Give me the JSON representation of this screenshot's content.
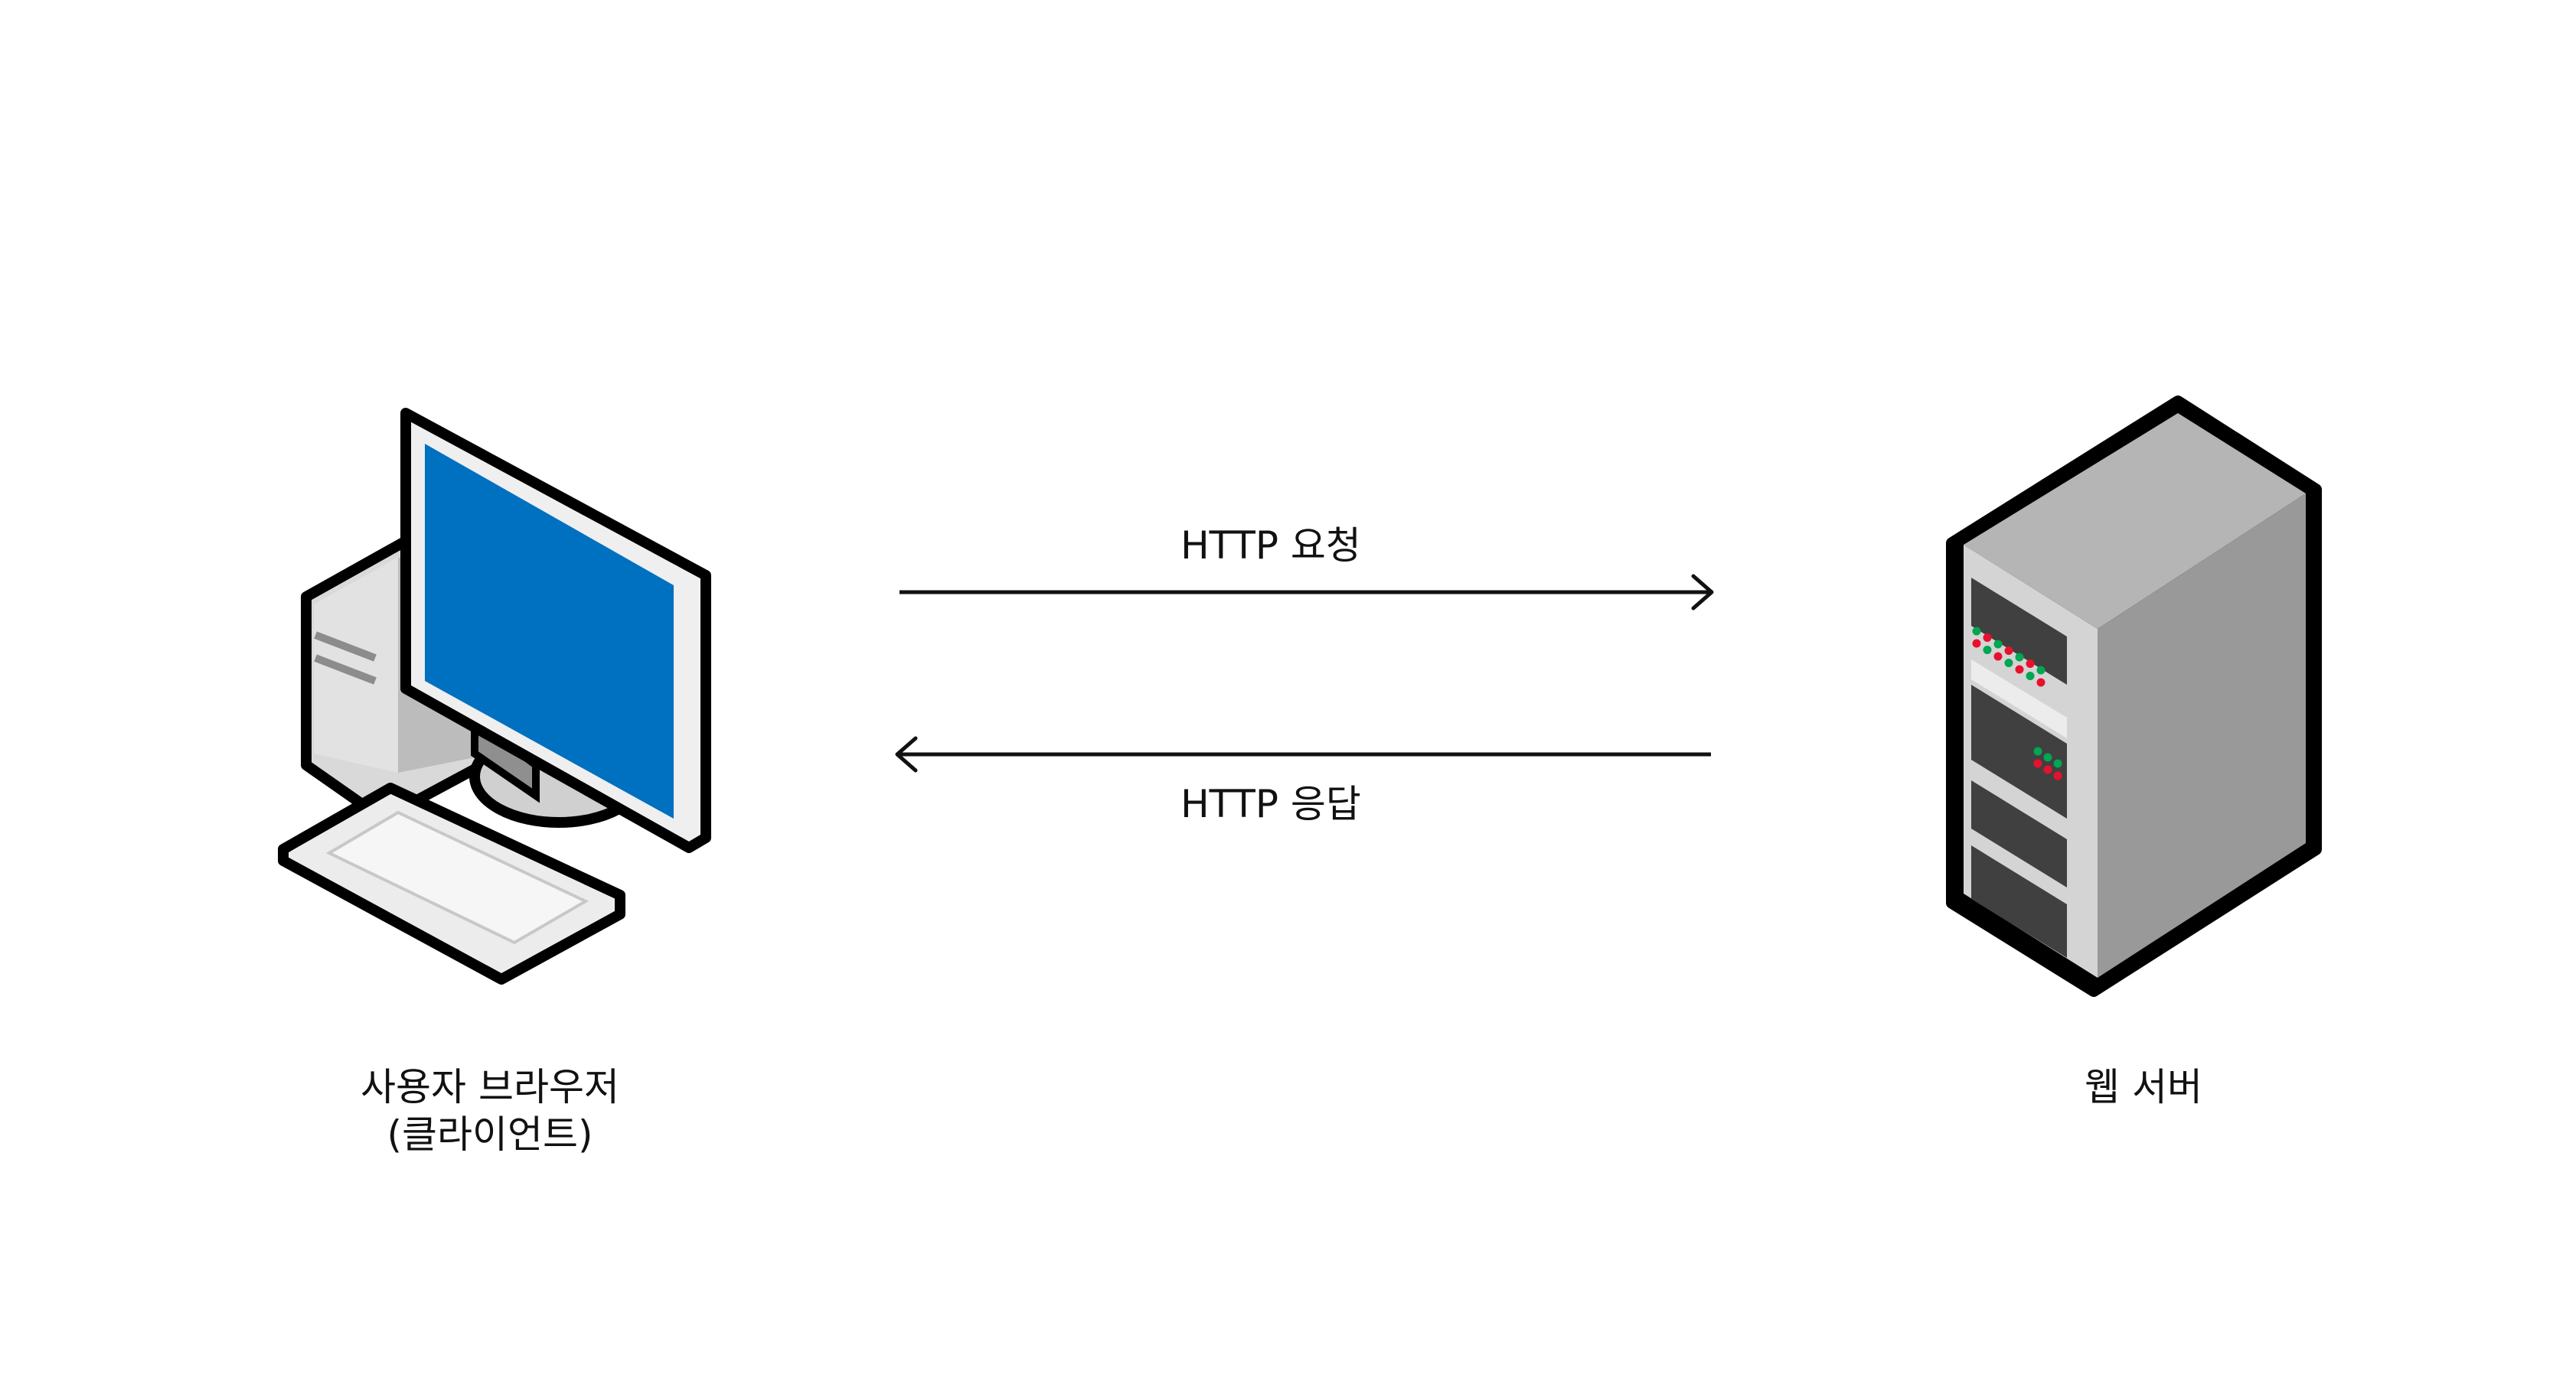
{
  "client": {
    "label_line1": "사용자 브라우저",
    "label_line2": "(클라이언트)",
    "icon": "desktop-computer-icon",
    "screen_color": "#0070C0"
  },
  "server": {
    "label": "웹 서버",
    "icon": "server-tower-icon",
    "led_colors": [
      "#00A651",
      "#E8112D"
    ]
  },
  "arrows": {
    "request": {
      "label": "HTTP 요청",
      "direction": "client-to-server"
    },
    "response": {
      "label": "HTTP 응답",
      "direction": "server-to-client"
    }
  }
}
